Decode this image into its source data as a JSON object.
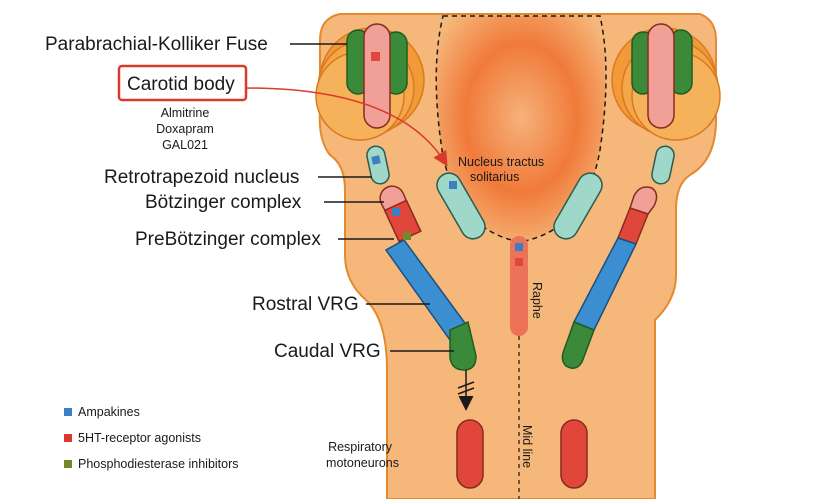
{
  "labels": {
    "pkf": "Parabrachial-Kolliker Fuse",
    "carotid": "Carotid body",
    "drugs": [
      "Almitrine",
      "Doxapram",
      "GAL021"
    ],
    "rtn": "Retrotrapezoid nucleus",
    "botz": "Bötzinger complex",
    "prebotz": "PreBötzinger complex",
    "rvrg": "Rostral VRG",
    "cvrg": "Caudal VRG",
    "nts": [
      "Nucleus tractus",
      "solitarius"
    ],
    "raphe": "Raphe",
    "midline": "Mid line",
    "moto": [
      "Respiratory",
      "motoneurons"
    ]
  },
  "legend": [
    {
      "label": "Ampakines",
      "color": "#3b7fc4"
    },
    {
      "label": "5HT-receptor agonists",
      "color": "#d93a2b"
    },
    {
      "label": "Phosphodiesterase inhibitors",
      "color": "#6f8a2e"
    }
  ],
  "colors": {
    "tissue": "#f5b77a",
    "tissue_edge": "#e48a2e",
    "green": "#3a8a3a",
    "pink": "#f0a096",
    "teal": "#9fd8c8",
    "blue": "#3b8fd0",
    "red": "#e0463a",
    "carotid_box": "#d93a2b"
  }
}
